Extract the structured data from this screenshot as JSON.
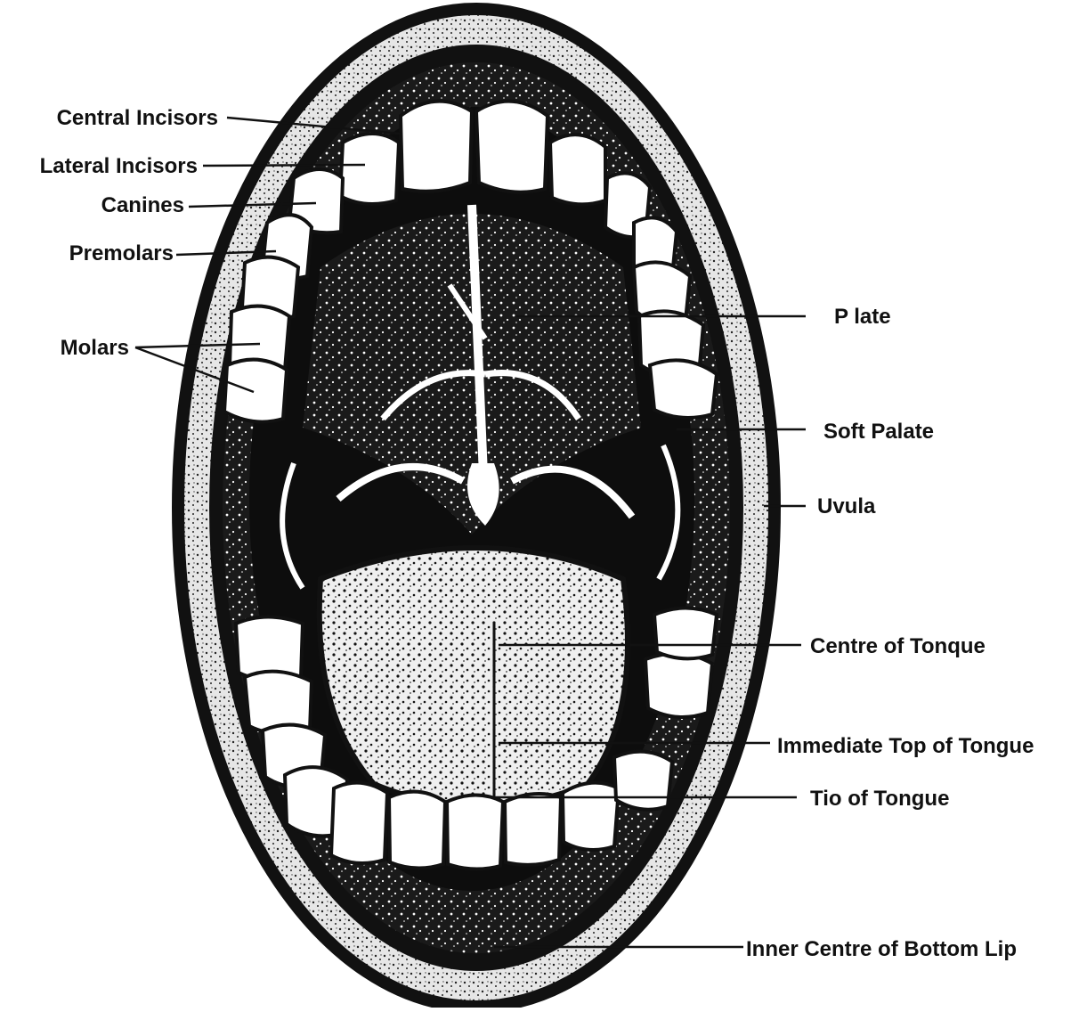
{
  "diagram": {
    "colors": {
      "ink": "#111111",
      "tooth": "#ffffff",
      "lip": "#d9d9d9",
      "background": "#ffffff"
    },
    "labels": {
      "central_incisors": "Central Incisors",
      "lateral_incisors": "Lateral Incisors",
      "canines": "Canines",
      "premolars": "Premolars",
      "molars": "Molars",
      "palate": "P late",
      "soft_palate": "Soft Palate",
      "uvula": "Uvula",
      "centre_of_tongue": "Centre of Tonque",
      "immediate_top_of_tongue": "Immediate Top of Tongue",
      "tip_of_tongue": "Tio of Tongue",
      "inner_centre_of_bottom_lip": "Inner Centre of Bottom Lip"
    }
  }
}
